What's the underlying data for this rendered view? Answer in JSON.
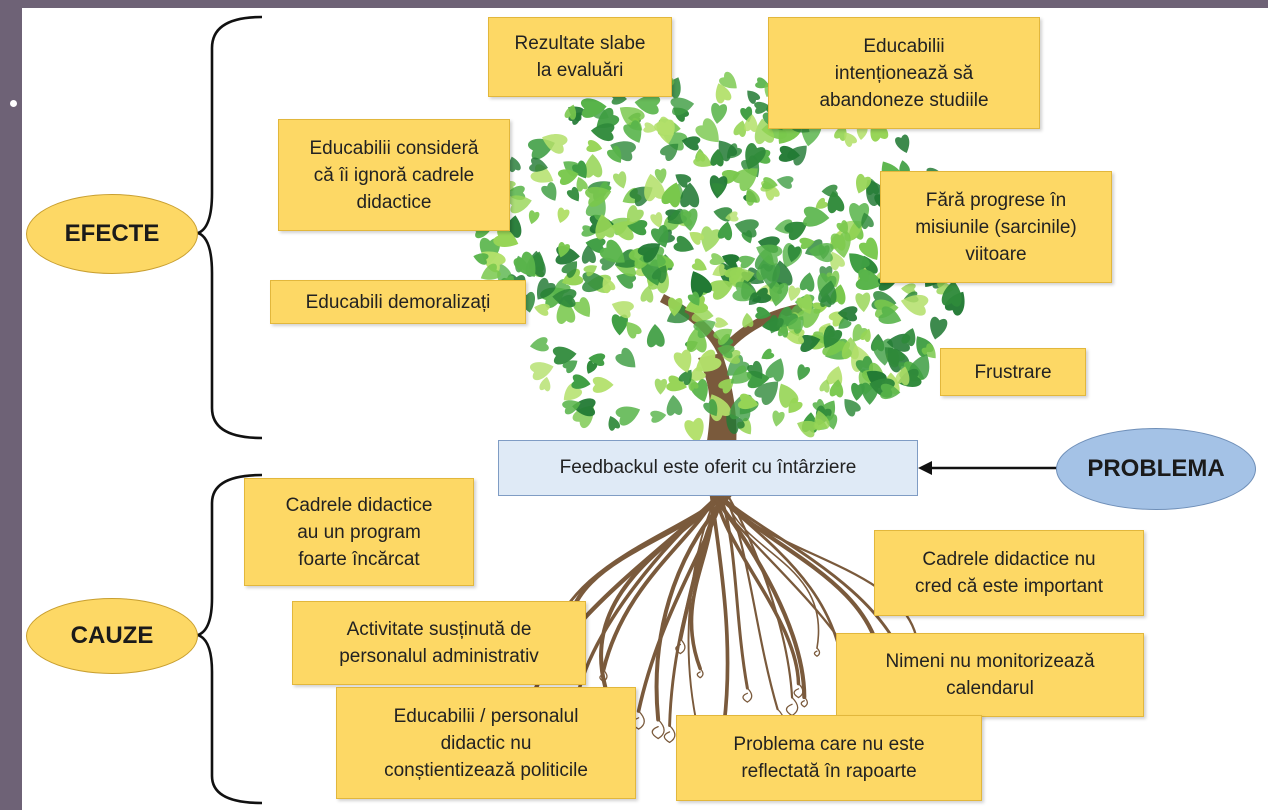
{
  "labels": {
    "effects": "EFECTE",
    "causes": "CAUZE",
    "problem_label": "PROBLEMA"
  },
  "problem": "Feedbackul este oferit cu întârziere",
  "effects": [
    "Rezultate slabe\nla evaluări",
    "Educabilii\nintenționează să\nabandoneze studiile",
    "Educabilii consideră\ncă îi ignoră cadrele\ndidactice",
    "Fără progrese în\nmisiunile (sarcinile)\nviitoare",
    "Educabili demoralizați",
    "Frustrare"
  ],
  "causes": [
    "Cadrele didactice\nau un program\nfoarte încărcat",
    "Cadrele didactice nu\ncred că este important",
    "Activitate susținută de\npersonalul administrativ",
    "Nimeni nu monitorizează\ncalendarul",
    "Educabilii / personalul\ndidactic nu\nconștientizează politicile",
    "Problema care nu este\nreflectată în rapoarte"
  ],
  "colors": {
    "note": "#fdd865",
    "ellipse_yellow": "#fdd865",
    "ellipse_blue": "#a4c2e6",
    "problem_box": "#dfeaf6",
    "leaf_dark": "#2f8a3a",
    "leaf_light": "#8fcf4c",
    "trunk": "#7a5a3c"
  }
}
